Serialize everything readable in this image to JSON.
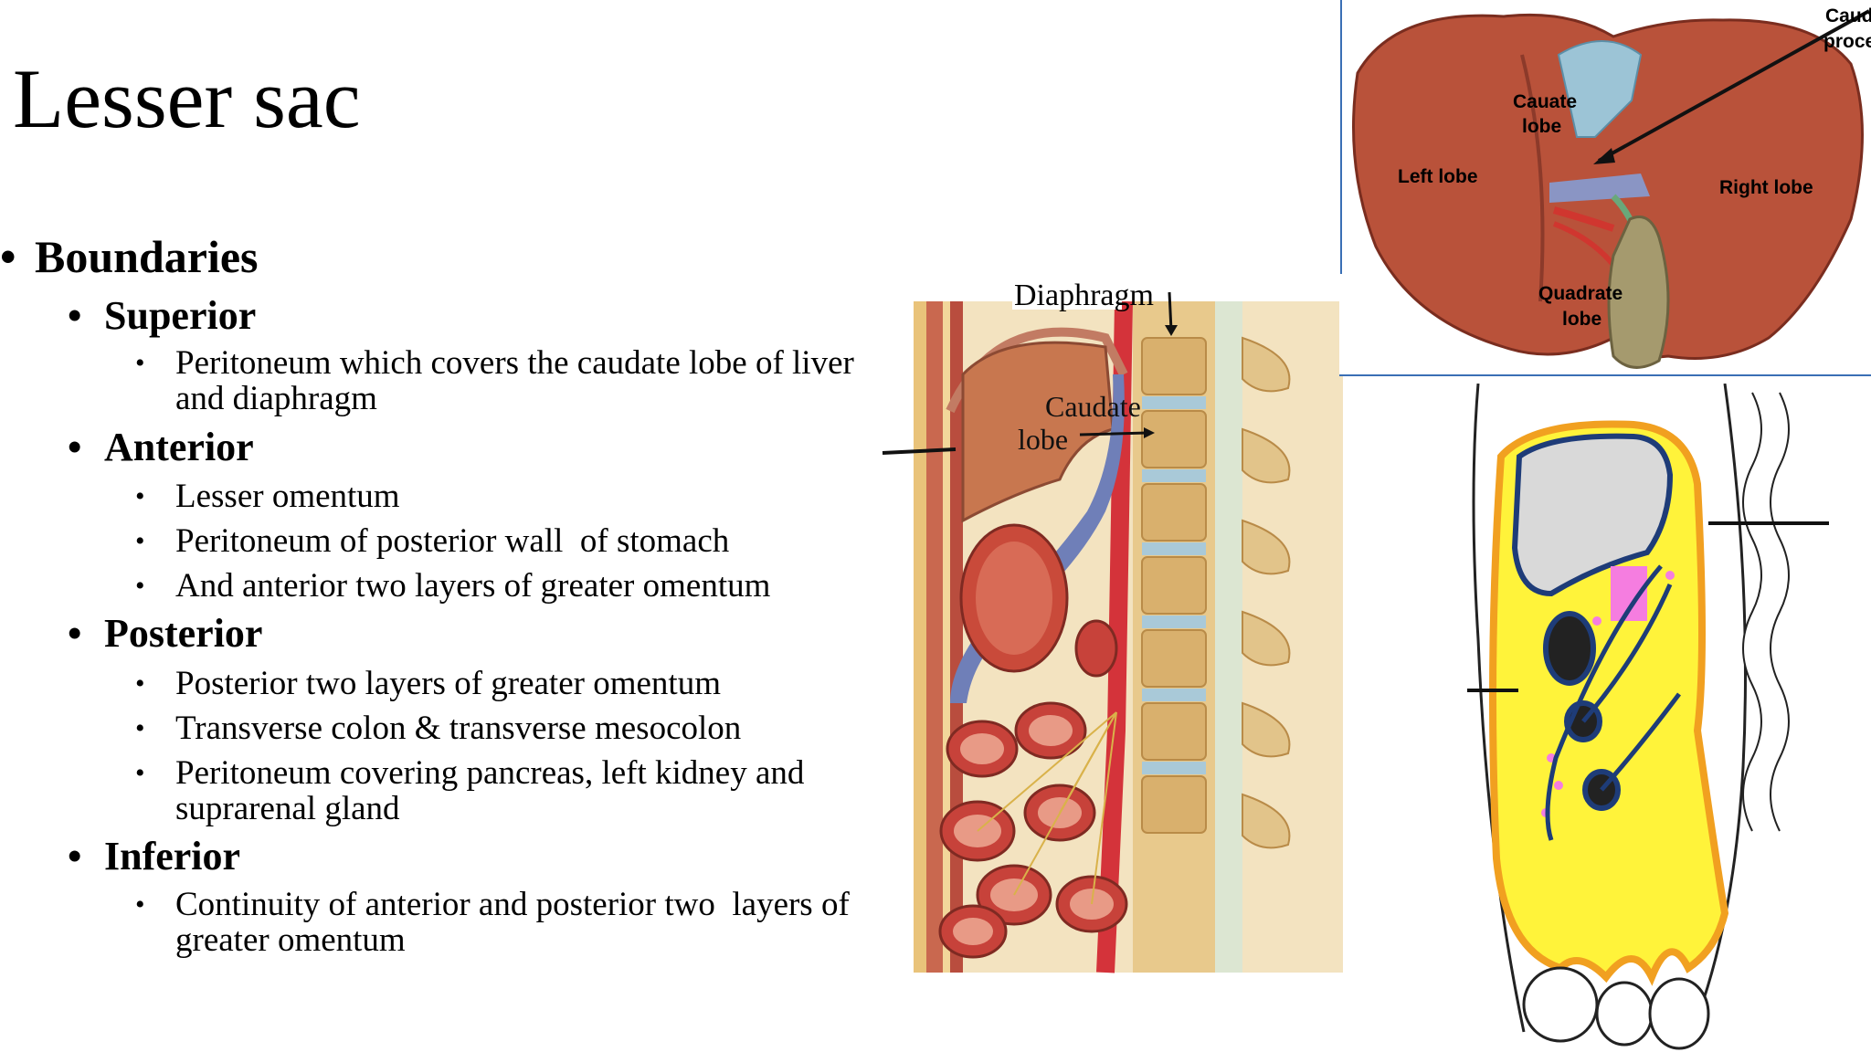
{
  "slide": {
    "title": "Lesser sac",
    "heading": "Boundaries",
    "sections": [
      {
        "label": "Superior",
        "items": [
          "Peritoneum which covers the caudate lobe of liver\nand diaphragm"
        ]
      },
      {
        "label": "Anterior",
        "items": [
          "Lesser omentum",
          "Peritoneum of posterior wall  of stomach",
          "And anterior two layers of greater omentum"
        ]
      },
      {
        "label": "Posterior",
        "items": [
          "Posterior two layers of greater omentum",
          "Transverse colon & transverse mesocolon",
          "Peritoneum covering pancreas, left kidney and\nsuprarenal gland"
        ]
      },
      {
        "label": "Inferior",
        "items": [
          "Continuity of anterior and posterior two  layers of\ngreater omentum"
        ]
      }
    ]
  },
  "figures": {
    "sagittal": {
      "label_diaphragm": "Diaphragm",
      "label_caudate_1": "Caudate",
      "label_caudate_2": "lobe"
    },
    "liver": {
      "label_caudate_process_1": "Caudate",
      "label_caudate_process_2": "process",
      "label_cauate_1": "Cauate",
      "label_cauate_2": "lobe",
      "label_left_lobe": "Left lobe",
      "label_right_lobe": "Right lobe",
      "label_quadrate_1": "Quadrate",
      "label_quadrate_2": "lobe"
    },
    "schematic": {}
  }
}
